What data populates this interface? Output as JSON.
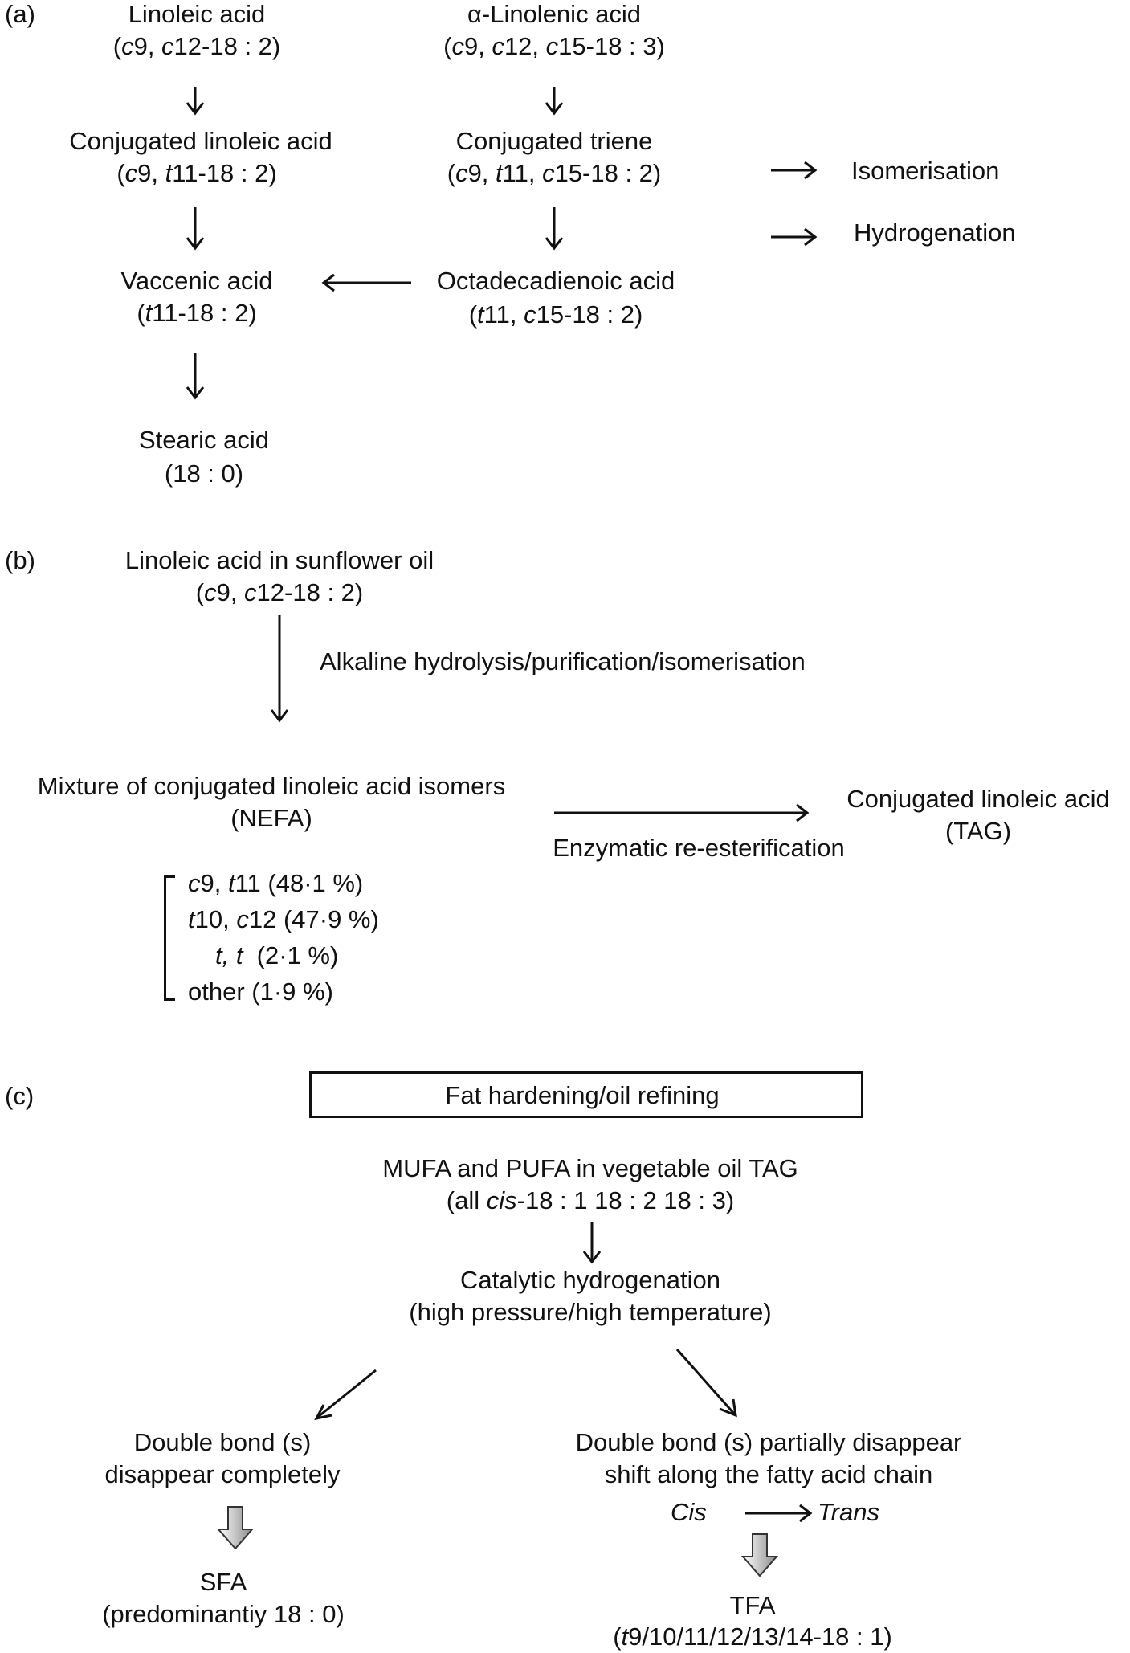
{
  "panel_a": {
    "label": "(a)",
    "linoleic": {
      "name": "Linoleic acid",
      "formula_pre": "(",
      "c1": "c",
      "p1": "9, ",
      "c2": "c",
      "p2": "12-18 : 2)"
    },
    "alpha_linolenic": {
      "name": "α-Linolenic acid",
      "formula_pre": "(",
      "c1": "c",
      "p1": "9, ",
      "c2": "c",
      "p2": "12, ",
      "c3": "c",
      "p3": "15-18 : 3)"
    },
    "cla": {
      "name": "Conjugated linoleic acid",
      "formula_pre": "(",
      "c1": "c",
      "p1": "9, ",
      "c2": "t",
      "p2": "11-18 : 2)"
    },
    "triene": {
      "name": "Conjugated triene",
      "formula_pre": "(",
      "c1": "c",
      "p1": "9, ",
      "c2": "t",
      "p2": "11, ",
      "c3": "c",
      "p3": "15-18 : 2)"
    },
    "vaccenic": {
      "name": "Vaccenic acid",
      "formula_pre": "(",
      "c1": "t",
      "p1": "11-18 : 2)"
    },
    "octadecadienoic": {
      "name": "Octadecadienoic acid",
      "formula_pre": "(",
      "c1": "t",
      "p1": "11, ",
      "c2": "c",
      "p2": "15-18 : 2)"
    },
    "stearic": {
      "name": "Stearic acid",
      "formula": "(18 : 0)"
    },
    "legend": {
      "isomerisation": "Isomerisation",
      "hydrogenation": "Hydrogenation"
    }
  },
  "panel_b": {
    "label": "(b)",
    "source": {
      "name": "Linoleic acid in sunflower oil",
      "formula_pre": "(",
      "c1": "c",
      "p1": "9, ",
      "c2": "c",
      "p2": "12-18 : 2)"
    },
    "process": "Alkaline hydrolysis/purification/isomerisation",
    "mixture": {
      "name": "Mixture of conjugated linoleic acid isomers",
      "sub": "(NEFA)"
    },
    "reesterification": "Enzymatic re-esterification",
    "product": {
      "name": "Conjugated linoleic acid",
      "sub": "(TAG)"
    },
    "isomers": [
      {
        "a": "c",
        "b": "9, ",
        "c": "t",
        "d": "11 (48·1 %)"
      },
      {
        "a": "t",
        "b": "10, ",
        "c": "c",
        "d": "12 (47·9 %)"
      },
      {
        "a": "t, t",
        "b": "",
        "c": "",
        "d": "  (2·1 %)"
      },
      {
        "a": "",
        "b": "other (1·9 %)",
        "c": "",
        "d": ""
      }
    ]
  },
  "panel_c": {
    "label": "(c)",
    "box": "Fat hardening/oil refining",
    "start": {
      "name": "MUFA and PUFA in vegetable oil TAG",
      "pre": "(all ",
      "cis": "cis",
      "post": "-18 : 1 18 : 2 18 : 3)"
    },
    "process": {
      "line1": "Catalytic hydrogenation",
      "line2": "(high pressure/high temperature)"
    },
    "left": {
      "line1": "Double bond (s)",
      "line2": "disappear completely",
      "result": "SFA",
      "result_sub": "(predominantiy 18 : 0)"
    },
    "right": {
      "line1": "Double bond (s) partially disappear",
      "line2": "shift along the fatty acid chain",
      "cis": "Cis",
      "trans": "Trans",
      "result": "TFA",
      "result_pre": "(",
      "t": "t",
      "result_post": "9/10/11/12/13/14-18 : 1)"
    }
  }
}
